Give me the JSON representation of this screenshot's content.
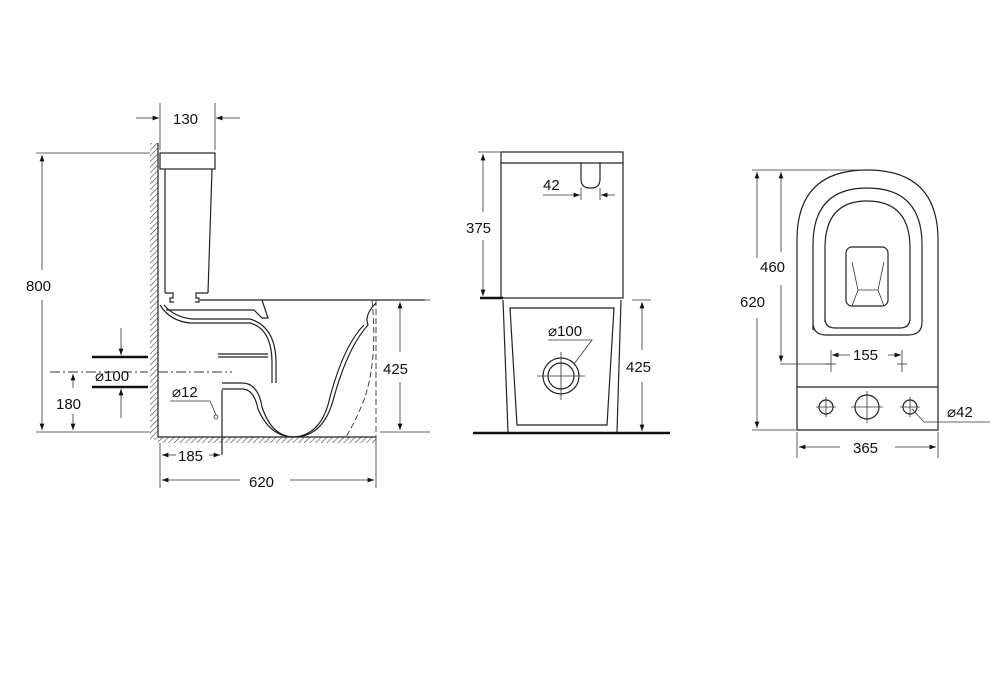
{
  "side_view": {
    "height_total": "800",
    "tank_depth": "130",
    "seat_height": "425",
    "outlet_height": "180",
    "outlet_diameter": "⌀100",
    "water_inlet_diameter": "⌀12",
    "outlet_distance": "185",
    "total_length": "620"
  },
  "front_view": {
    "tank_height": "375",
    "button_width": "42",
    "outlet_diameter": "⌀100",
    "seat_height": "425"
  },
  "top_view": {
    "fixing_length": "460",
    "total_length": "620",
    "fixing_spacing": "155",
    "hole_diameter": "⌀42",
    "total_width": "365"
  }
}
